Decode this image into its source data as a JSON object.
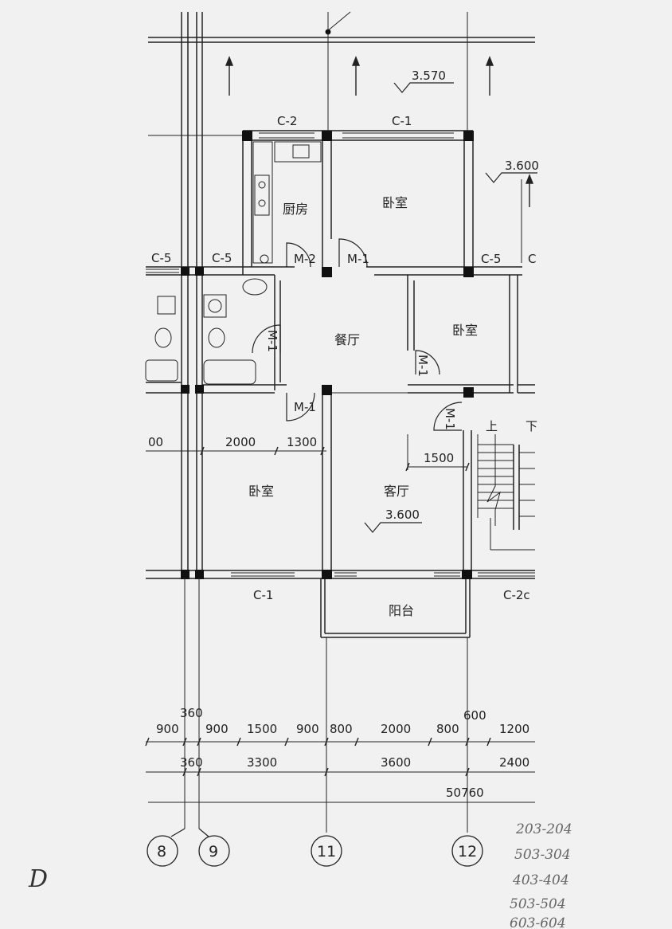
{
  "drawing": {
    "rooms": {
      "kitchen": "厨房",
      "bedroom_top": "卧室",
      "bedroom_right": "卧室",
      "bedroom_bottom": "卧室",
      "dining": "餐厅",
      "living": "客厅",
      "balcony": "阳台"
    },
    "elevations": {
      "top": "3.570",
      "right": "3.600",
      "living": "3.600"
    },
    "window_tags": {
      "c2_top": "C-2",
      "c1_top": "C-1",
      "c5_a": "C-5",
      "c5_b": "C-5",
      "c5_c": "C-5",
      "c_edge": "C",
      "c1_bottom": "C-1",
      "c2c_bottom": "C-2c"
    },
    "door_tags": {
      "m2": "M-2",
      "m1_a": "M-1",
      "m1_b": "M-1",
      "m1_c": "M-1",
      "m1_d": "M-1",
      "m1_e": "M-1"
    },
    "stair": {
      "up": "上",
      "down": "下"
    },
    "dims_interior": {
      "d00": "00",
      "d2000": "2000",
      "d1300": "1300",
      "d1500": "1500"
    },
    "dims_row1": [
      "900",
      "900",
      "1500",
      "900",
      "800",
      "2000",
      "800",
      "1200"
    ],
    "dims_row1_extra": {
      "d360": "360",
      "d600": "600"
    },
    "dims_row2": [
      "360",
      "3300",
      "3600",
      "2400"
    ],
    "dims_total": "50760",
    "axes": [
      "8",
      "9",
      "11",
      "12"
    ],
    "notes": [
      "203-204",
      "503-304",
      "403-404",
      "503-504",
      "603-604"
    ],
    "corner_mark": "D"
  }
}
